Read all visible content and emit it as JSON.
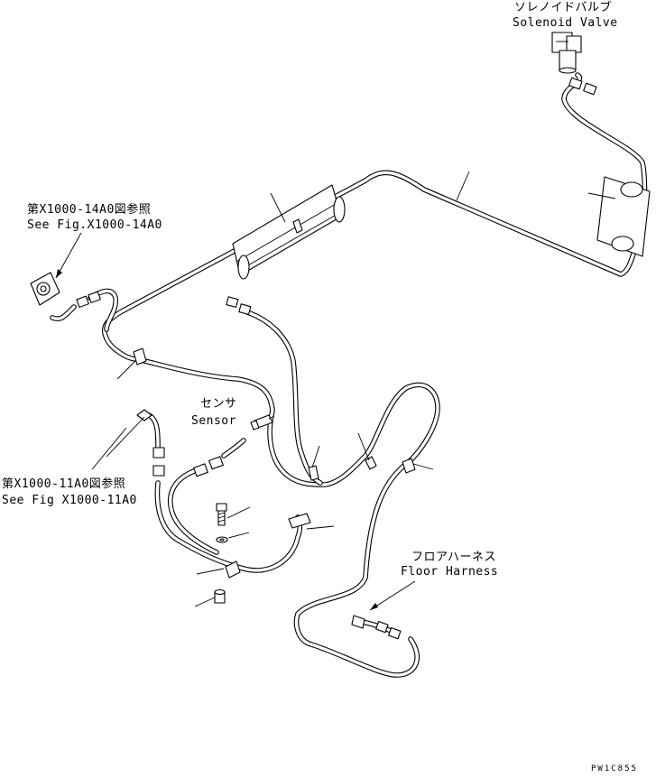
{
  "labels": {
    "solenoid_valve_jp": "ソレノイドバルブ",
    "solenoid_valve_en": "Solenoid Valve",
    "see_fig_14a0_jp": "第X1000-14A0図参照",
    "see_fig_14a0_en": "See Fig.X1000-14A0",
    "sensor_jp": "センサ",
    "sensor_en": "Sensor",
    "see_fig_11a0_jp": "第X1000-11A0図参照",
    "see_fig_11a0_en": "See Fig X1000-11A0",
    "floor_harness_jp": "フロアハーネス",
    "floor_harness_en": "Floor Harness",
    "drawing_code": "PW1C855"
  }
}
